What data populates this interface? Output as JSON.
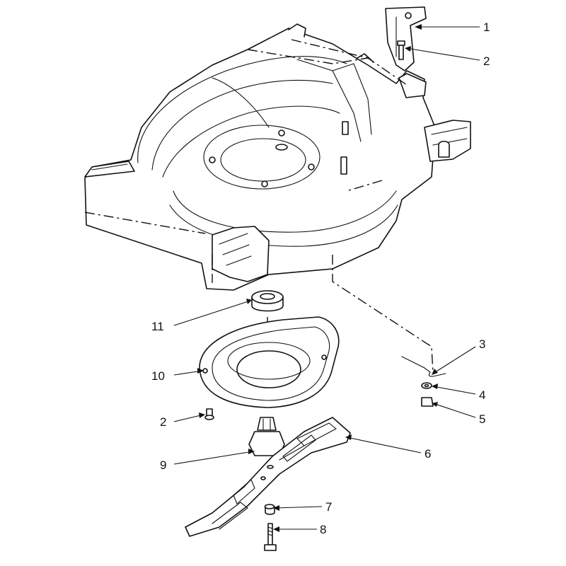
{
  "diagram": {
    "callouts": [
      {
        "id": "c1",
        "label": "1"
      },
      {
        "id": "c2a",
        "label": "2"
      },
      {
        "id": "c3",
        "label": "3"
      },
      {
        "id": "c4",
        "label": "4"
      },
      {
        "id": "c5",
        "label": "5"
      },
      {
        "id": "c6",
        "label": "6"
      },
      {
        "id": "c7",
        "label": "7"
      },
      {
        "id": "c8",
        "label": "8"
      },
      {
        "id": "c9",
        "label": "9"
      },
      {
        "id": "c10",
        "label": "10"
      },
      {
        "id": "c11",
        "label": "11"
      },
      {
        "id": "c2b",
        "label": "2"
      }
    ]
  }
}
